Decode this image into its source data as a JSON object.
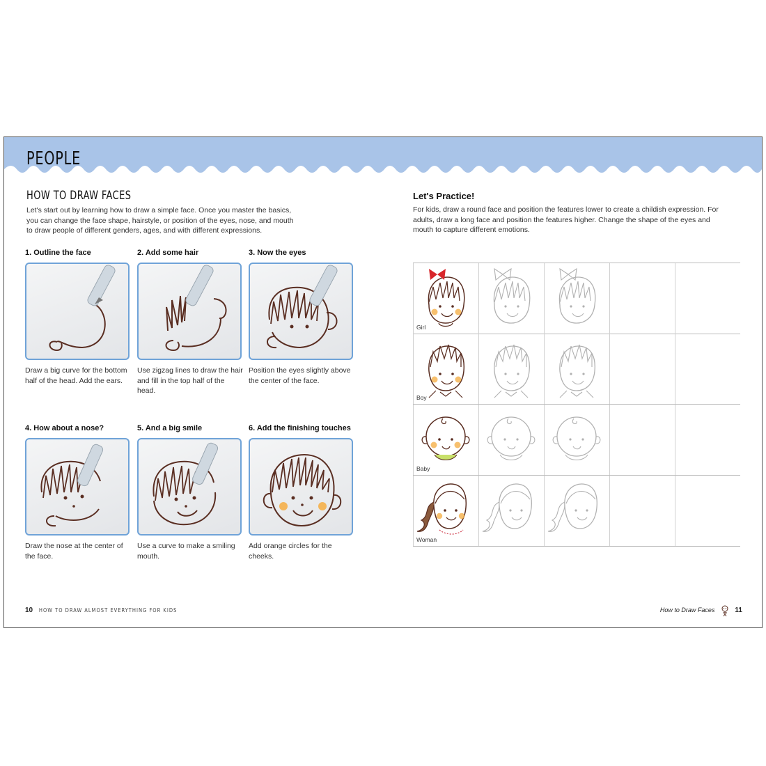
{
  "section_title": "PEOPLE",
  "heading": "HOW TO DRAW FACES",
  "intro": "Let's start out by learning how to draw a simple face. Once you master the basics, you can change the face shape, hairstyle, or position of the eyes, nose, and mouth to draw people of different genders, ages, and with different expressions.",
  "steps": [
    {
      "title": "1. Outline the face",
      "description": "Draw a big curve for the bottom half of the head. Add the ears."
    },
    {
      "title": "2. Add some hair",
      "description": "Use zigzag lines to draw the hair and fill in the top half of the head."
    },
    {
      "title": "3. Now the eyes",
      "description": "Position the eyes slightly above the center of the face."
    },
    {
      "title": "4. How about a nose?",
      "description": "Draw the nose at the center of the face."
    },
    {
      "title": "5. And a big smile",
      "description": "Use a curve to make a smiling mouth."
    },
    {
      "title": "6. Add the finishing touches",
      "description": "Add orange circles for the cheeks."
    }
  ],
  "practice": {
    "title": "Let's Practice!",
    "text": "For kids, draw a round face and position the features lower to create a childish expression. For adults, draw a long face and position the features higher. Change the shape of the eyes and mouth to capture different emotions.",
    "rows": [
      "Girl",
      "Boy",
      "Baby",
      "Woman"
    ]
  },
  "footer": {
    "left_page": "10",
    "book_title": "HOW TO DRAW ALMOST EVERYTHING FOR KIDS",
    "right_title": "How to Draw Faces",
    "right_page": "11"
  },
  "colors": {
    "banner": "#a9c4e8",
    "image_border": "#6fa3d8",
    "ink": "#5a2e22",
    "cheek": "#f5b04a",
    "bow": "#d8262b"
  }
}
